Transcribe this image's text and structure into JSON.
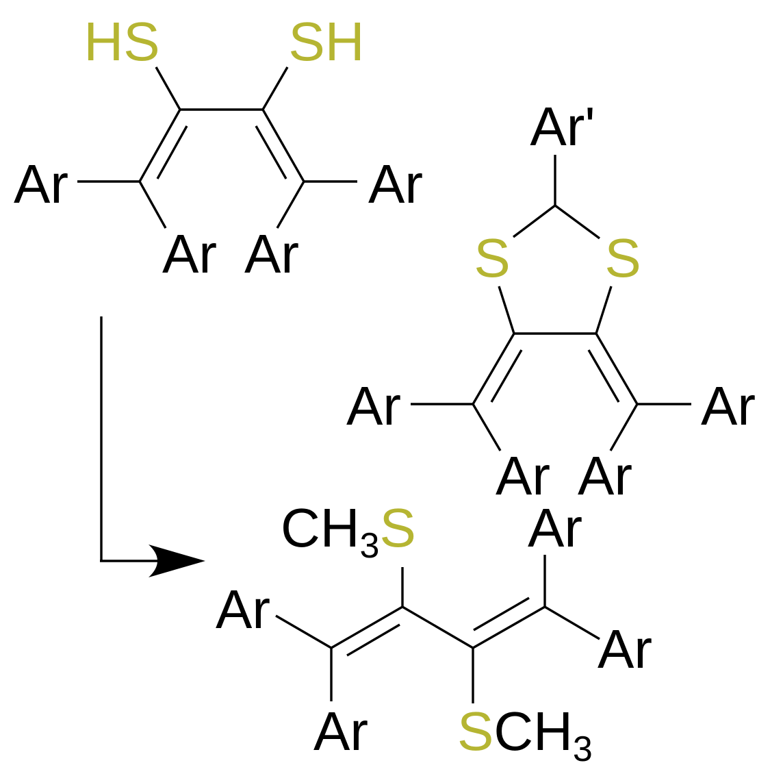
{
  "colors": {
    "sulfur": "#b5b532",
    "bond": "#000000",
    "carbon_label": "#000000"
  },
  "molecules": {
    "dithiol": {
      "thiol_left": "HS",
      "thiol_right": "SH",
      "aryl_outer_left": "Ar",
      "aryl_inner_left": "Ar",
      "aryl_inner_right": "Ar",
      "aryl_outer_right": "Ar"
    },
    "dithiole": {
      "aryl_top": "Ar'",
      "sulfur_left": "S",
      "sulfur_right": "S",
      "aryl_outer_left": "Ar",
      "aryl_inner_left": "Ar",
      "aryl_inner_right": "Ar",
      "aryl_outer_right": "Ar"
    },
    "bis_methylthio": {
      "methyl_top": "CH",
      "methyl_top_subscript": "3",
      "sulfur_top": "S",
      "sulfur_bottom": "S",
      "methyl_bottom": "CH",
      "methyl_bottom_subscript": "3",
      "aryl_upper_left": "Ar",
      "aryl_lower_left": "Ar",
      "aryl_top_right": "Ar",
      "aryl_right": "Ar"
    }
  },
  "reaction_arrow": {
    "icon": "bent-arrow-icon"
  }
}
